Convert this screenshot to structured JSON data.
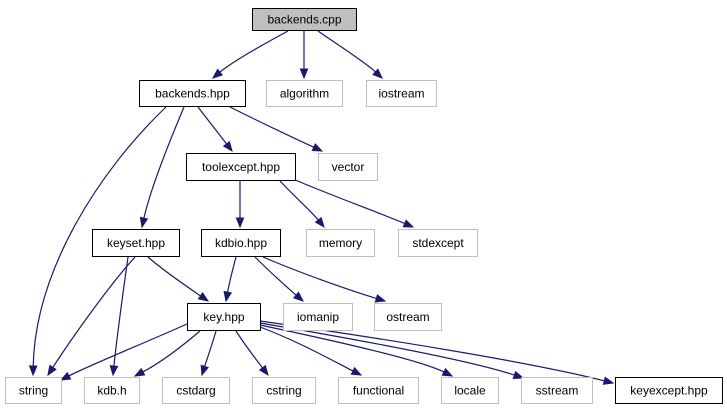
{
  "colors": {
    "edge": "#191970",
    "root_fill": "#bfbfbf",
    "local_border": "#000000",
    "system_border": "#bfbfbf"
  },
  "nodes": [
    {
      "id": "backends_cpp",
      "label": "backends.cpp",
      "kind": "root"
    },
    {
      "id": "backends_hpp",
      "label": "backends.hpp",
      "kind": "local"
    },
    {
      "id": "algorithm",
      "label": "algorithm",
      "kind": "system"
    },
    {
      "id": "iostream",
      "label": "iostream",
      "kind": "system"
    },
    {
      "id": "toolexcept_hpp",
      "label": "toolexcept.hpp",
      "kind": "local"
    },
    {
      "id": "vector",
      "label": "vector",
      "kind": "system"
    },
    {
      "id": "keyset_hpp",
      "label": "keyset.hpp",
      "kind": "local"
    },
    {
      "id": "kdbio_hpp",
      "label": "kdbio.hpp",
      "kind": "local"
    },
    {
      "id": "memory",
      "label": "memory",
      "kind": "system"
    },
    {
      "id": "stdexcept",
      "label": "stdexcept",
      "kind": "system"
    },
    {
      "id": "key_hpp",
      "label": "key.hpp",
      "kind": "local"
    },
    {
      "id": "iomanip",
      "label": "iomanip",
      "kind": "system"
    },
    {
      "id": "ostream",
      "label": "ostream",
      "kind": "system"
    },
    {
      "id": "string",
      "label": "string",
      "kind": "system"
    },
    {
      "id": "kdb_h",
      "label": "kdb.h",
      "kind": "system"
    },
    {
      "id": "cstdarg",
      "label": "cstdarg",
      "kind": "system"
    },
    {
      "id": "cstring",
      "label": "cstring",
      "kind": "system"
    },
    {
      "id": "functional",
      "label": "functional",
      "kind": "system"
    },
    {
      "id": "locale",
      "label": "locale",
      "kind": "system"
    },
    {
      "id": "sstream",
      "label": "sstream",
      "kind": "system"
    },
    {
      "id": "keyexcept_hpp",
      "label": "keyexcept.hpp",
      "kind": "local"
    }
  ],
  "edges": [
    {
      "from": "backends_cpp",
      "to": "backends_hpp"
    },
    {
      "from": "backends_cpp",
      "to": "algorithm"
    },
    {
      "from": "backends_cpp",
      "to": "iostream"
    },
    {
      "from": "backends_hpp",
      "to": "toolexcept_hpp"
    },
    {
      "from": "backends_hpp",
      "to": "vector"
    },
    {
      "from": "backends_hpp",
      "to": "keyset_hpp"
    },
    {
      "from": "backends_hpp",
      "to": "string"
    },
    {
      "from": "toolexcept_hpp",
      "to": "kdbio_hpp"
    },
    {
      "from": "toolexcept_hpp",
      "to": "memory"
    },
    {
      "from": "toolexcept_hpp",
      "to": "stdexcept"
    },
    {
      "from": "keyset_hpp",
      "to": "key_hpp"
    },
    {
      "from": "keyset_hpp",
      "to": "string"
    },
    {
      "from": "keyset_hpp",
      "to": "kdb_h"
    },
    {
      "from": "kdbio_hpp",
      "to": "key_hpp"
    },
    {
      "from": "kdbio_hpp",
      "to": "iomanip"
    },
    {
      "from": "kdbio_hpp",
      "to": "ostream"
    },
    {
      "from": "key_hpp",
      "to": "string"
    },
    {
      "from": "key_hpp",
      "to": "kdb_h"
    },
    {
      "from": "key_hpp",
      "to": "cstdarg"
    },
    {
      "from": "key_hpp",
      "to": "cstring"
    },
    {
      "from": "key_hpp",
      "to": "functional"
    },
    {
      "from": "key_hpp",
      "to": "locale"
    },
    {
      "from": "key_hpp",
      "to": "sstream"
    },
    {
      "from": "key_hpp",
      "to": "keyexcept_hpp"
    }
  ]
}
